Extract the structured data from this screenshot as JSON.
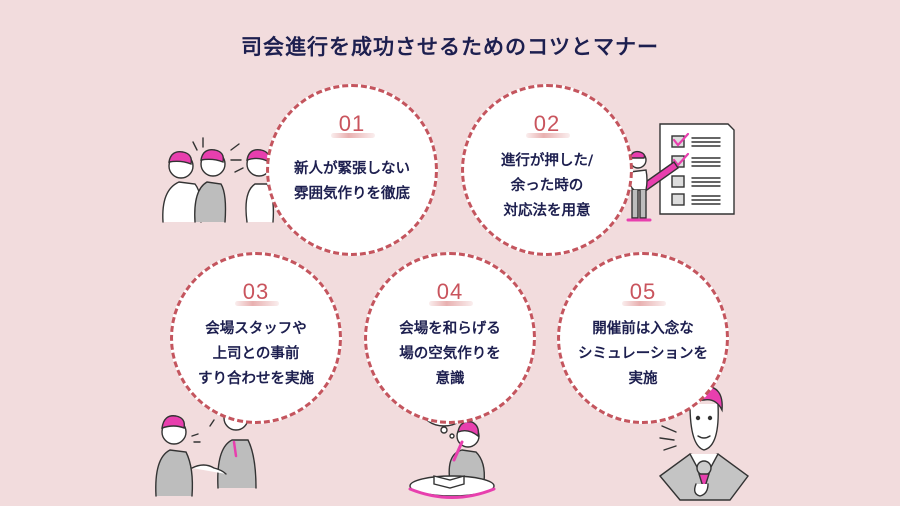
{
  "title": "司会進行を成功させるためのコツとマナー",
  "colors": {
    "background": "#f2dcdd",
    "title": "#1d1f4f",
    "number": "#c9545d",
    "dash": "#c4555e",
    "accent_pink": "#e83fae"
  },
  "tips": [
    {
      "number": "01",
      "lines": [
        "新人が緊張しない",
        "雰囲気作りを徹底"
      ],
      "icon": "chatting-people-illustration"
    },
    {
      "number": "02",
      "lines": [
        "進行が押した/",
        "余った時の",
        "対応法を用意"
      ],
      "icon": "checklist-illustration"
    },
    {
      "number": "03",
      "lines": [
        "会場スタッフや",
        "上司との事前",
        "すり合わせを実施"
      ],
      "icon": "handshake-illustration"
    },
    {
      "number": "04",
      "lines": [
        "会場を和らげる",
        "場の空気作りを",
        "意識"
      ],
      "icon": "thinking-person-illustration"
    },
    {
      "number": "05",
      "lines": [
        "開催前は入念な",
        "シミュレーションを",
        "実施"
      ],
      "icon": "speaker-microphone-illustration"
    }
  ]
}
